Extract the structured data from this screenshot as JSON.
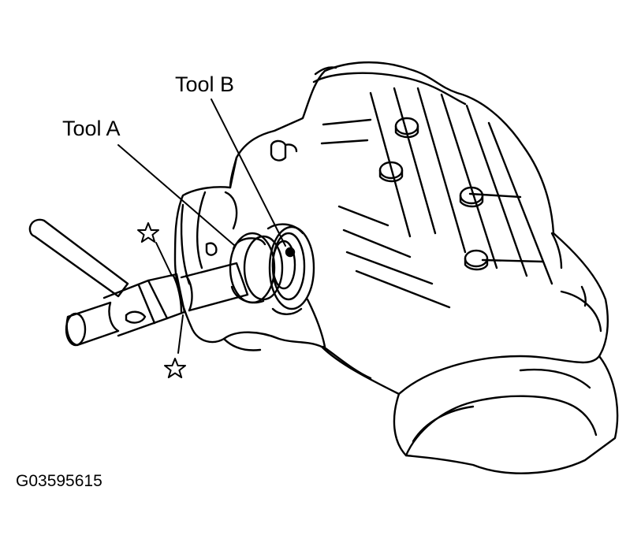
{
  "labels": {
    "tool_b": "Tool B",
    "tool_a": "Tool A"
  },
  "figure_code": "G03595615",
  "colors": {
    "ink": "#000000",
    "paper": "#ffffff"
  },
  "icons": [
    "star-icon",
    "star-icon"
  ]
}
